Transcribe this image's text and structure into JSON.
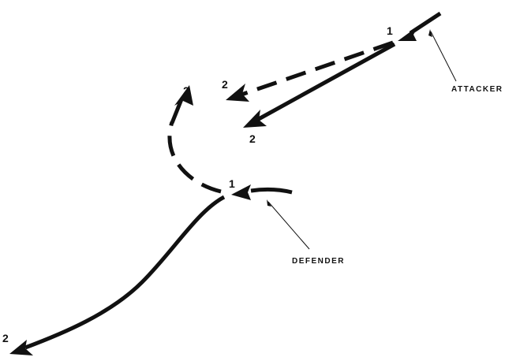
{
  "labels": {
    "attacker": "ATTACKER",
    "defender": "DEFENDER"
  },
  "positions": {
    "one": "1",
    "two": "2"
  },
  "colors": {
    "ink": "#111111",
    "background": "#ffffff"
  }
}
